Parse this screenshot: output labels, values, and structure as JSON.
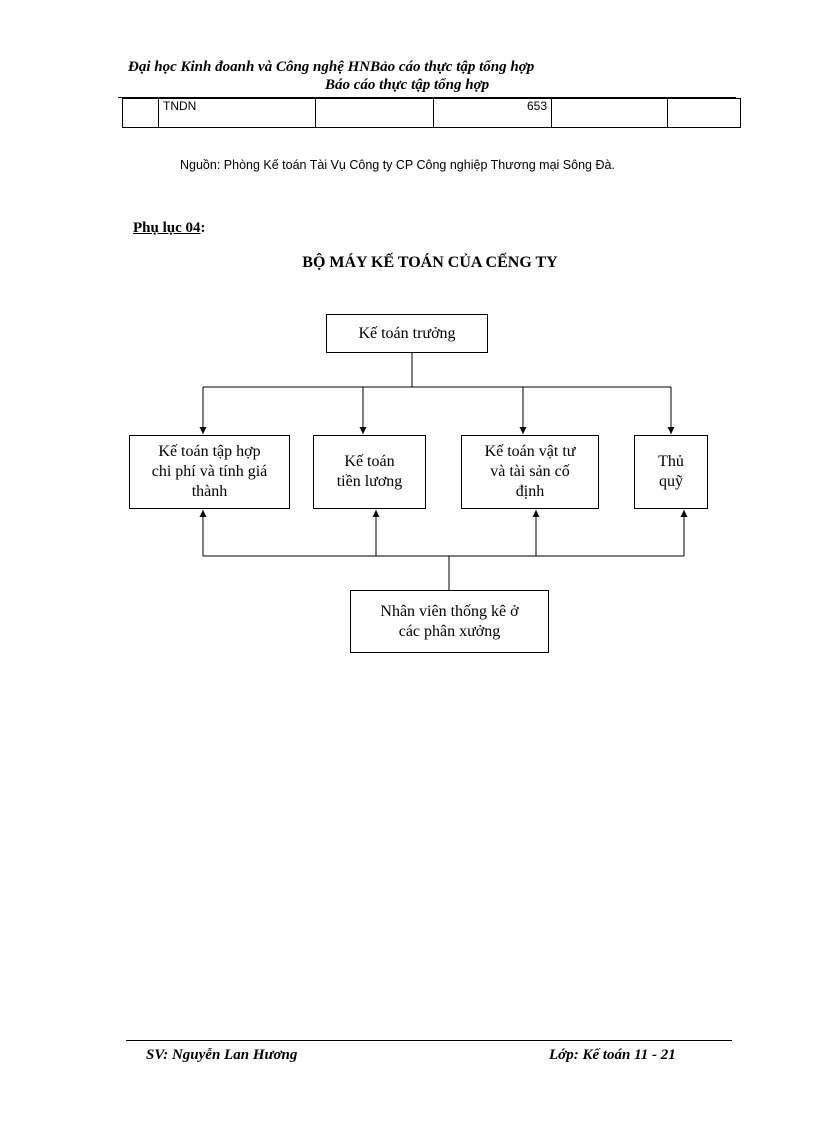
{
  "header": {
    "line1": "Đại học Kinh đoanh và Công nghệ HNBảo cáo thực tập tổng hợp",
    "line2": "Báo cáo thực tập tổng hợp"
  },
  "table_fragment": {
    "rows": [
      [
        "",
        "TNDN",
        "",
        "653",
        "",
        ""
      ]
    ]
  },
  "source_note": "Nguồn:  Phòng  Kế toán  Tài Vụ Công ty  CP Công nghiệp  Thương  mại  Sông Đà.",
  "appendix": {
    "label": "Phụ lục 04",
    "colon": ":"
  },
  "chart_title": "BỘ MÁY KẾ TOÁN CỦA CẾNG TY",
  "org_chart": {
    "top": "Kế toán trưởng",
    "departments": [
      "Kế toán tập hợp\nchi phí và tính giá\nthành",
      "Kế toán\ntiền lương",
      "Kế toán vật tư\nvà tài sản cố\nđịnh",
      "Thủ\nquỹ"
    ],
    "bottom": "Nhân viên thống kê ở\ncác phân xưởng"
  },
  "footer": {
    "student": "SV: Nguyễn  Lan Hương",
    "class": "Lớp: Kế toán 11 - 21"
  }
}
